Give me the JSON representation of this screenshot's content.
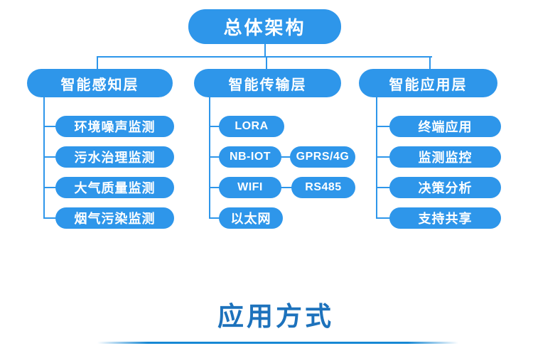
{
  "diagram": {
    "root_label": "总体架构",
    "columns": [
      {
        "header": "智能感知层",
        "items": [
          "环境噪声监测",
          "污水治理监测",
          "大气质量监测",
          "烟气污染监测"
        ]
      },
      {
        "header": "智能传输层",
        "items": [
          "LORA",
          "NB-IOT",
          "WIFI",
          "以太网"
        ],
        "branch_items": [
          "GPRS/4G",
          "RS485"
        ]
      },
      {
        "header": "智能应用层",
        "items": [
          "终端应用",
          "监测监控",
          "决策分析",
          "支持共享"
        ]
      }
    ]
  },
  "section": {
    "title": "应用方式"
  },
  "colors": {
    "node_blue": "#2E96EA",
    "connector_blue": "#2E96EA",
    "section_title_blue": "#1D72BC",
    "underline_blue": "#1788D4",
    "background": "#FFFFFF",
    "node_text": "#FFFFFF"
  }
}
